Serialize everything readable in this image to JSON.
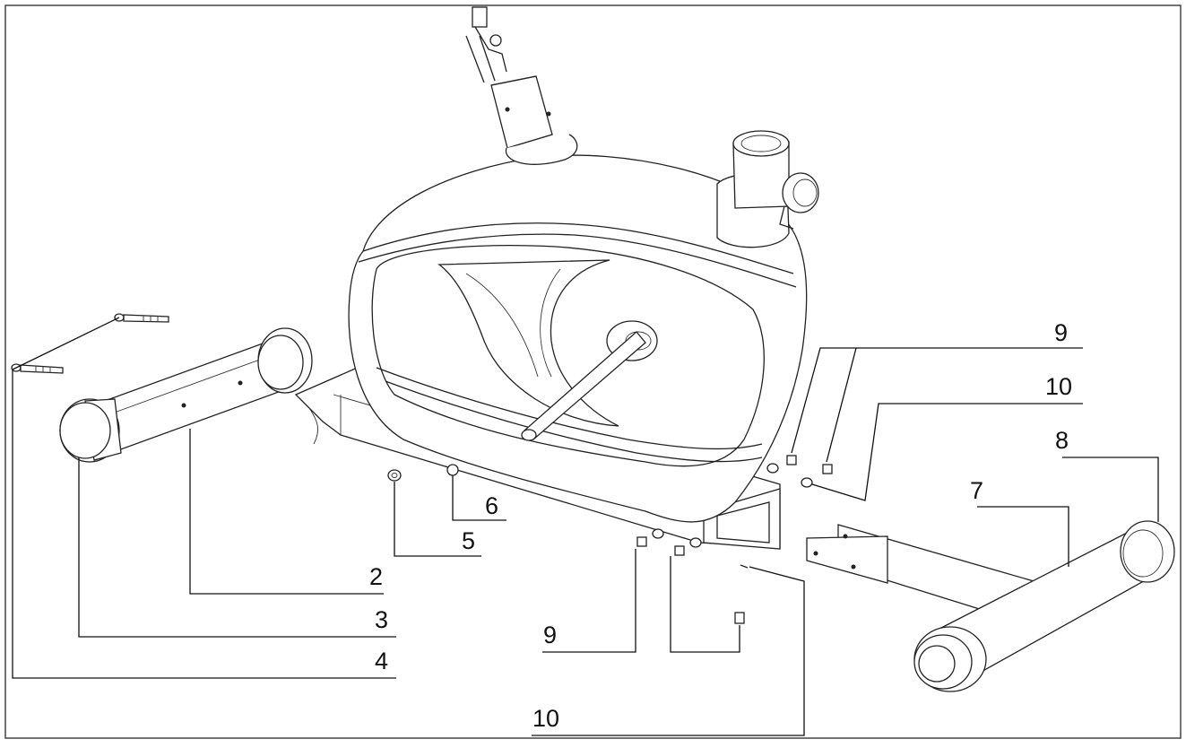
{
  "callouts": [
    {
      "id": "c2",
      "label": "2"
    },
    {
      "id": "c3",
      "label": "3"
    },
    {
      "id": "c4",
      "label": "4"
    },
    {
      "id": "c5",
      "label": "5"
    },
    {
      "id": "c6",
      "label": "6"
    },
    {
      "id": "c7",
      "label": "7"
    },
    {
      "id": "c8",
      "label": "8"
    },
    {
      "id": "c9a",
      "label": "9"
    },
    {
      "id": "c10a",
      "label": "10"
    },
    {
      "id": "c9b",
      "label": "9"
    },
    {
      "id": "c10b",
      "label": "10"
    }
  ]
}
